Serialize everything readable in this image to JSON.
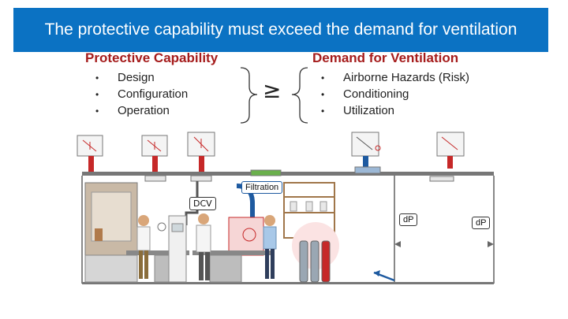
{
  "title": "The protective capability must exceed the demand for ventilation",
  "left_column": {
    "heading": "Protective Capability",
    "items": [
      "Design",
      "Configuration",
      "Operation"
    ]
  },
  "comparator": "≥",
  "right_column": {
    "heading": "Demand for Ventilation",
    "items": [
      "Airborne Hazards (Risk)",
      "Conditioning",
      "Utilization"
    ]
  },
  "labels": {
    "filtration": "Filtration",
    "dcv": "DCV",
    "dp_left": "dP",
    "dp_right": "dP"
  },
  "bullet_glyph": "•",
  "colors": {
    "title_bar": "#0b72c3",
    "heading_text": "#a51c1c",
    "duct_red": "#c62828",
    "duct_blue": "#1e5aa0"
  }
}
